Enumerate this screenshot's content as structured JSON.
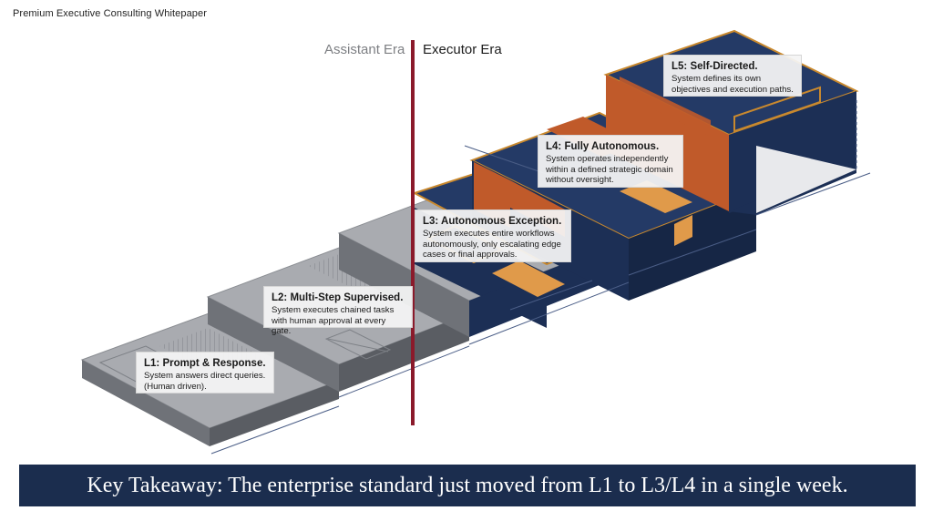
{
  "header": {
    "title": "Premium Executive Consulting Whitepaper"
  },
  "eras": {
    "assistant": "Assistant Era",
    "executor": "Executor Era"
  },
  "levels": [
    {
      "title": "L1: Prompt & Response.",
      "description": "System answers direct queries.\n(Human driven)."
    },
    {
      "title": "L2: Multi-Step Supervised.",
      "description": "System executes chained tasks\nwith human approval at every gate."
    },
    {
      "title": "L3: Autonomous Exception.",
      "description": "System executes entire workflows\nautonomously, only escalating edge\ncases or final approvals."
    },
    {
      "title": "L4: Fully Autonomous.",
      "description": "System operates independently\nwithin a defined strategic domain\nwithout oversight."
    },
    {
      "title": "L5: Self-Directed.",
      "description": "System defines its own\nobjectives and execution paths."
    }
  ],
  "takeaway": {
    "text": "Key Takeaway: The enterprise standard just moved from L1 to L3/L4 in a single week."
  },
  "colors": {
    "grey_top": "#a9abb0",
    "grey_side": "#6f7278",
    "grey_dark": "#5a5d63",
    "navy": "#1c2f55",
    "navy_top": "#243a66",
    "orange": "#c05a2a",
    "orange_light": "#e09a4a",
    "divider": "#8b1a2b",
    "takeaway_bg": "#1b2d4e"
  }
}
